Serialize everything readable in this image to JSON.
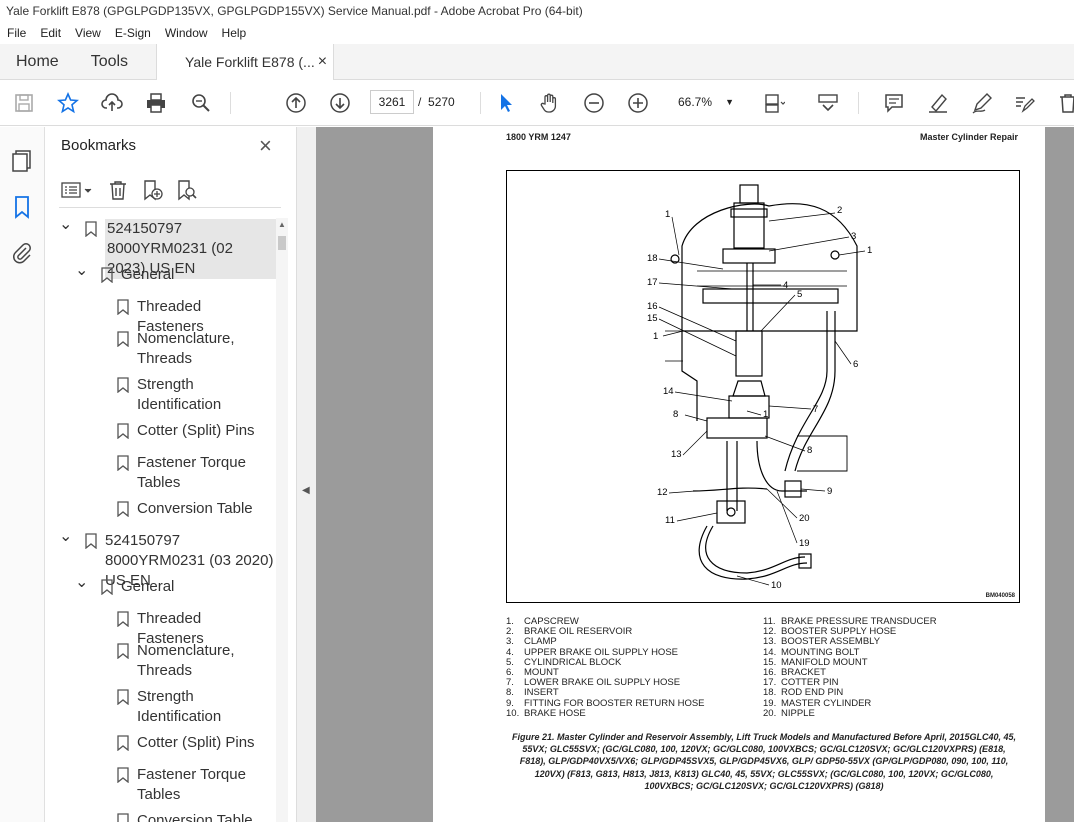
{
  "window": {
    "title": "Yale Forklift E878 (GPGLPGDP135VX, GPGLPGDP155VX) Service Manual.pdf - Adobe Acrobat Pro (64-bit)"
  },
  "menu": [
    "File",
    "Edit",
    "View",
    "E-Sign",
    "Window",
    "Help"
  ],
  "tabs": {
    "home": "Home",
    "tools": "Tools",
    "doc": "Yale Forklift E878 (...",
    "close": "×"
  },
  "toolbar": {
    "page_current": "3261",
    "page_sep": "/",
    "page_total": "5270",
    "zoom": "66.7%"
  },
  "bookmarks": {
    "title": "Bookmarks",
    "close": "×",
    "items": [
      {
        "label": "524150797 8000YRM0231 (02 2023) US EN",
        "level": 0,
        "selected": true
      },
      {
        "label": "General",
        "level": 1
      },
      {
        "label": "Threaded Fasteners",
        "level": 2
      },
      {
        "label": "Nomenclature, Threads",
        "level": 2
      },
      {
        "label": "Strength Identification",
        "level": 2
      },
      {
        "label": "Cotter (Split) Pins",
        "level": 2
      },
      {
        "label": "Fastener Torque Tables",
        "level": 2
      },
      {
        "label": "Conversion Table",
        "level": 2
      },
      {
        "label": "524150797 8000YRM0231 (03 2020) US EN",
        "level": 0
      },
      {
        "label": "General",
        "level": 1
      },
      {
        "label": "Threaded Fasteners",
        "level": 2
      },
      {
        "label": "Nomenclature, Threads",
        "level": 2
      },
      {
        "label": "Strength Identification",
        "level": 2
      },
      {
        "label": "Cotter (Split) Pins",
        "level": 2
      },
      {
        "label": "Fastener Torque Tables",
        "level": 2
      },
      {
        "label": "Conversion Table",
        "level": 2
      }
    ]
  },
  "page": {
    "header_left": "1800 YRM 1247",
    "header_right": "Master Cylinder Repair",
    "figure_id": "BM040058",
    "callouts": [
      "1",
      "2",
      "3",
      "1",
      "18",
      "4",
      "17",
      "5",
      "16",
      "15",
      "1",
      "6",
      "14",
      "7",
      "8",
      "1",
      "8",
      "13",
      "9",
      "12",
      "20",
      "11",
      "19",
      "10"
    ],
    "legend_left": [
      [
        "1.",
        "CAPSCREW"
      ],
      [
        "2.",
        "BRAKE OIL RESERVOIR"
      ],
      [
        "3.",
        "CLAMP"
      ],
      [
        "4.",
        "UPPER BRAKE OIL SUPPLY HOSE"
      ],
      [
        "5.",
        "CYLINDRICAL BLOCK"
      ],
      [
        "6.",
        "MOUNT"
      ],
      [
        "7.",
        "LOWER BRAKE OIL SUPPLY HOSE"
      ],
      [
        "8.",
        "INSERT"
      ],
      [
        "9.",
        "FITTING FOR BOOSTER RETURN HOSE"
      ],
      [
        "10.",
        "BRAKE HOSE"
      ]
    ],
    "legend_right": [
      [
        "11.",
        "BRAKE PRESSURE TRANSDUCER"
      ],
      [
        "12.",
        "BOOSTER SUPPLY HOSE"
      ],
      [
        "13.",
        "BOOSTER ASSEMBLY"
      ],
      [
        "14.",
        "MOUNTING BOLT"
      ],
      [
        "15.",
        "MANIFOLD MOUNT"
      ],
      [
        "16.",
        "BRACKET"
      ],
      [
        "17.",
        "COTTER PIN"
      ],
      [
        "18.",
        "ROD END PIN"
      ],
      [
        "19.",
        "MASTER CYLINDER"
      ],
      [
        "20.",
        "NIPPLE"
      ]
    ],
    "caption": "Figure 21. Master Cylinder and Reservoir Assembly, Lift Truck Models and Manufactured Before April, 2015GLC40, 45, 55VX; GLC55SVX; (GC/GLC080, 100, 120VX; GC/GLC080, 100VXBCS; GC/GLC120SVX; GC/GLC120VXPRS) (E818, F818), GLP/GDP40VX5/VX6; GLP/GDP45SVX5, GLP/GDP45VX6, GLP/ GDP50-55VX (GP/GLP/GDP080, 090, 100, 110, 120VX) (F813, G813, H813, J813, K813) GLC40, 45, 55VX; GLC55SVX; (GC/GLC080, 100, 120VX; GC/GLC080, 100VXBCS; GC/GLC120SVX; GC/GLC120VXPRS) (G818)"
  }
}
